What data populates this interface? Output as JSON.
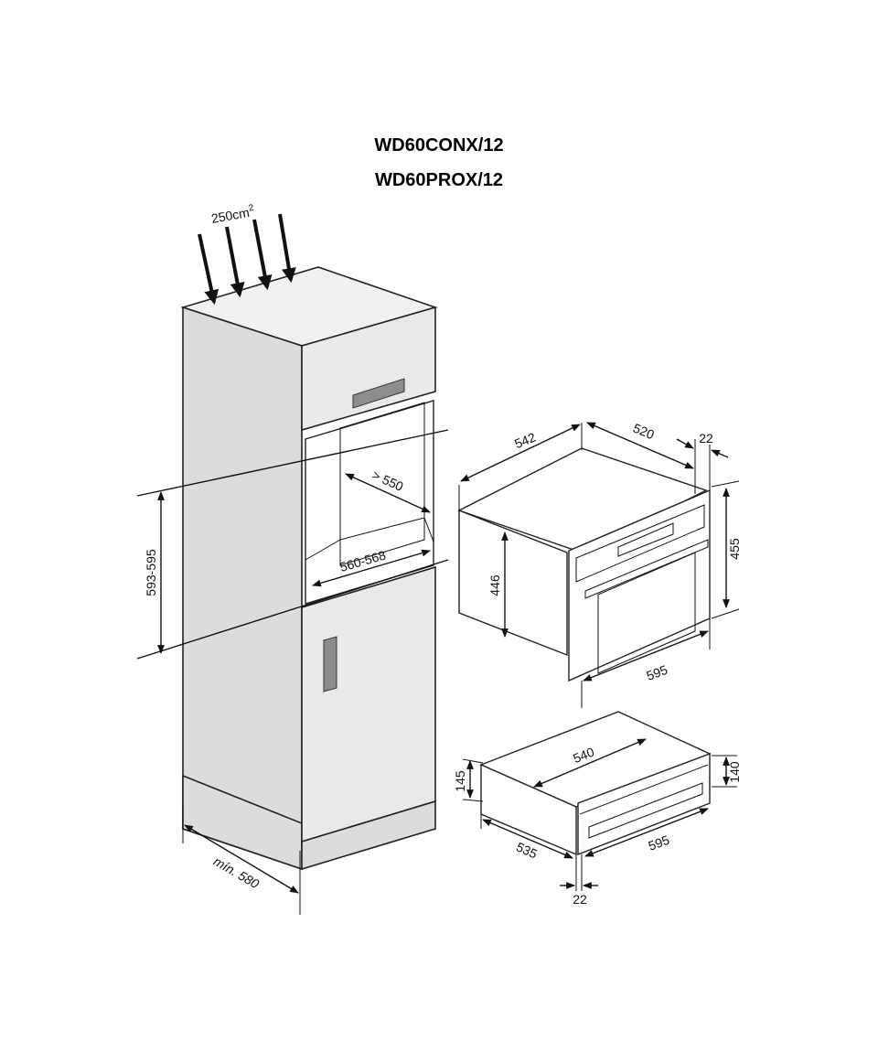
{
  "models": [
    "WD60CONX/12",
    "WD60PROX/12"
  ],
  "labels": {
    "ventilation_base": "250cm",
    "ventilation_sup": "2",
    "niche_depth": "> 550",
    "niche_width": "560-568",
    "niche_height": "593-595",
    "cabinet_depth": "mín. 580",
    "oven_depth": "542",
    "oven_body_depth": "520",
    "oven_front_thickness": "22",
    "oven_front_height": "455",
    "oven_body_height": "446",
    "oven_front_width": "595",
    "drawer_body_width": "540",
    "drawer_body_height": "145",
    "drawer_front_height": "140",
    "drawer_depth": "535",
    "drawer_front_width": "595",
    "drawer_front_thickness": "22"
  },
  "icons": [
    "airflow-arrow-icon"
  ]
}
